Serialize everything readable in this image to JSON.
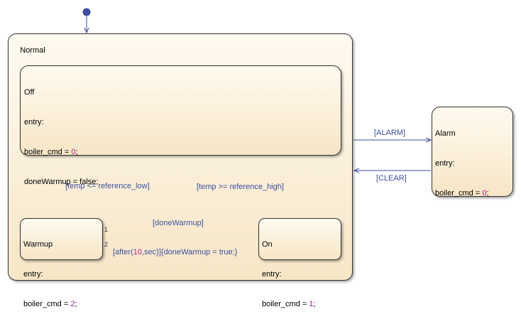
{
  "states": {
    "normal": {
      "name": "Normal"
    },
    "off": {
      "name": "Off",
      "entry": "entry:",
      "line1_var": "boiler_cmd = ",
      "line1_val": "0",
      "line1_end": ";",
      "line2": "doneWarmup = false;"
    },
    "warmup": {
      "name": "Warmup",
      "entry": "entry:",
      "line1_var": "boiler_cmd = ",
      "line1_val": "2",
      "line1_end": ";"
    },
    "on": {
      "name": "On",
      "entry": "entry:",
      "line1_var": "boiler_cmd = ",
      "line1_val": "1",
      "line1_end": ";"
    },
    "alarm": {
      "name": "Alarm",
      "entry": "entry:",
      "line1_var": "boiler_cmd = ",
      "line1_val": "0",
      "line1_end": ";"
    }
  },
  "transitions": {
    "alarm": "[ALARM]",
    "clear": "[CLEAR]",
    "temp_low": "[temp <= reference_low]",
    "temp_high": "[temp >= reference_high]",
    "done_warmup": "[doneWarmup]",
    "after_pre": "[after(",
    "after_num": "10",
    "after_mid": ",sec)]{doneWarmup = true;}",
    "order_1": "1",
    "order_2": "2"
  },
  "colors": {
    "transition": "#3d4ea0",
    "number": "#b4188c",
    "default_dot": "#3d4ea0"
  }
}
